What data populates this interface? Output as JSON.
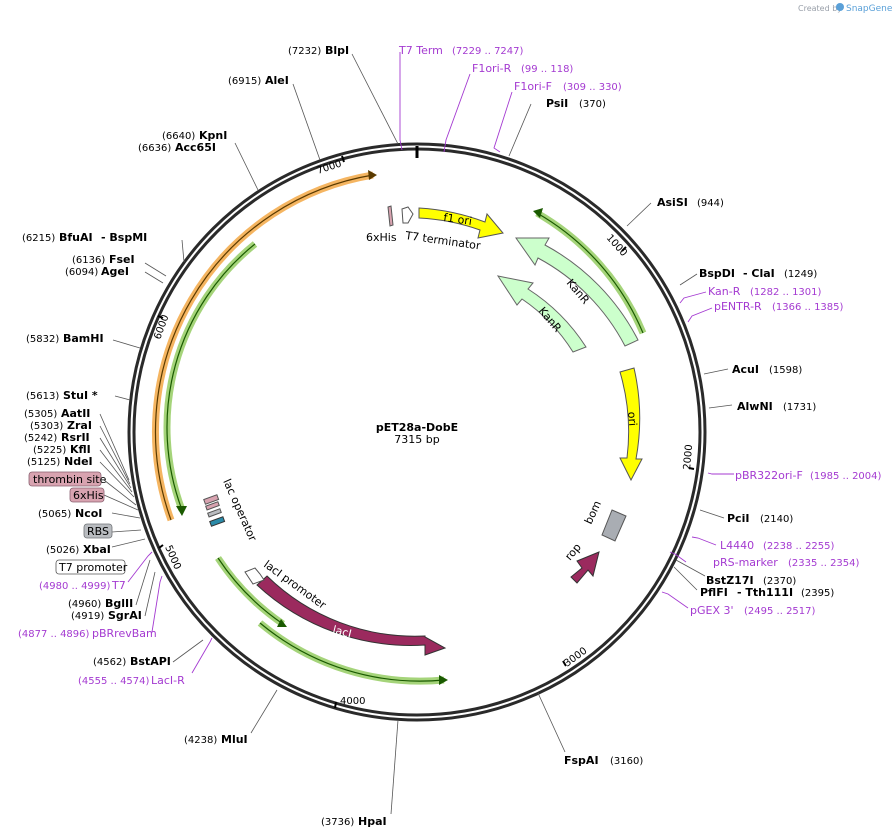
{
  "credit": {
    "created_by": "Created by",
    "brand": "SnapGene"
  },
  "plasmid": {
    "name": "pET28a-DobE",
    "length": "7315 bp"
  },
  "ticks": [
    "1000",
    "2000",
    "3000",
    "4000",
    "5000",
    "6000",
    "7000"
  ],
  "enzymes": [
    {
      "name": "BlpI",
      "pos": "(7232)"
    },
    {
      "name": "AleI",
      "pos": "(6915)"
    },
    {
      "name": "KpnI",
      "pos": "(6640)"
    },
    {
      "name": "Acc65I",
      "pos": "(6636)"
    },
    {
      "name": "BfuAI",
      "extra": "- BspMI",
      "pos": "(6215)"
    },
    {
      "name": "FseI",
      "pos": "(6136)"
    },
    {
      "name": "AgeI",
      "pos": "(6094)"
    },
    {
      "name": "BamHI",
      "pos": "(5832)"
    },
    {
      "name": "StuI *",
      "pos": "(5613)"
    },
    {
      "name": "AatII",
      "pos": "(5305)"
    },
    {
      "name": "ZraI",
      "pos": "(5303)"
    },
    {
      "name": "RsrII",
      "pos": "(5242)"
    },
    {
      "name": "KflI",
      "pos": "(5225)"
    },
    {
      "name": "NdeI",
      "pos": "(5125)"
    },
    {
      "name": "NcoI",
      "pos": "(5065)"
    },
    {
      "name": "XbaI",
      "pos": "(5026)"
    },
    {
      "name": "BglII",
      "pos": "(4960)"
    },
    {
      "name": "SgrAI",
      "pos": "(4919)"
    },
    {
      "name": "BstAPI",
      "pos": "(4562)"
    },
    {
      "name": "MluI",
      "pos": "(4238)"
    },
    {
      "name": "HpaI",
      "pos": "(3736)"
    },
    {
      "name": "FspAI",
      "pos": "(3160)"
    },
    {
      "name": "PsiI",
      "pos": "(370)"
    },
    {
      "name": "AsiSI",
      "pos": "(944)"
    },
    {
      "name": "BspDI",
      "extra": "- ClaI",
      "pos": "(1249)"
    },
    {
      "name": "AcuI",
      "pos": "(1598)"
    },
    {
      "name": "AlwNI",
      "pos": "(1731)"
    },
    {
      "name": "PciI",
      "pos": "(2140)"
    },
    {
      "name": "BstZ17I",
      "pos": "(2370)"
    },
    {
      "name": "PflFI",
      "extra": "- Tth111I",
      "pos": "(2395)"
    }
  ],
  "primers": [
    {
      "name": "T7 Term",
      "pos": "(7229 .. 7247)"
    },
    {
      "name": "F1ori-R",
      "pos": "(99 .. 118)"
    },
    {
      "name": "F1ori-F",
      "pos": "(309 .. 330)"
    },
    {
      "name": "Kan-R",
      "pos": "(1282 .. 1301)"
    },
    {
      "name": "pENTR-R",
      "pos": "(1366 .. 1385)"
    },
    {
      "name": "pBR322ori-F",
      "pos": "(1985 .. 2004)"
    },
    {
      "name": "L4440",
      "pos": "(2238 .. 2255)"
    },
    {
      "name": "pRS-marker",
      "pos": "(2335 .. 2354)"
    },
    {
      "name": "pGEX 3'",
      "pos": "(2495 .. 2517)"
    },
    {
      "name": "T7",
      "pos": "(4980 .. 4999)"
    },
    {
      "name": "pBRrevBam",
      "pos": "(4877 .. 4896)"
    },
    {
      "name": "LacI-R",
      "pos": "(4555 .. 4574)"
    }
  ],
  "boxed_features": [
    {
      "name": "thrombin site",
      "color": "#d8a3b0"
    },
    {
      "name": "6xHis",
      "color": "#d8a3b0"
    },
    {
      "name": "RBS",
      "color": "#b9bcc0"
    },
    {
      "name": "T7 promoter",
      "color": "#ffffff"
    }
  ],
  "features": [
    {
      "name": "f1 ori",
      "color": "#ffff00"
    },
    {
      "name": "KanR",
      "color": "#ccffcc"
    },
    {
      "name": "KanR",
      "color": "#ccffcc"
    },
    {
      "name": "ori",
      "color": "#ffff00"
    },
    {
      "name": "bom",
      "color": "#a9adb3"
    },
    {
      "name": "rop",
      "color": "#9b2a5e"
    },
    {
      "name": "lacI",
      "color": "#9b2a5e"
    },
    {
      "name": "lacI promoter",
      "color": "#ffffff"
    },
    {
      "name": "lac operator",
      "color": "#ffffff"
    },
    {
      "name": "6xHis",
      "color": "#d8a3b0"
    },
    {
      "name": "T7 terminator",
      "color": "#ffffff"
    }
  ],
  "colors": {
    "primer": "#a43ad1",
    "orf_orange": "#f2a33a",
    "orf_green": "#7fc241"
  }
}
